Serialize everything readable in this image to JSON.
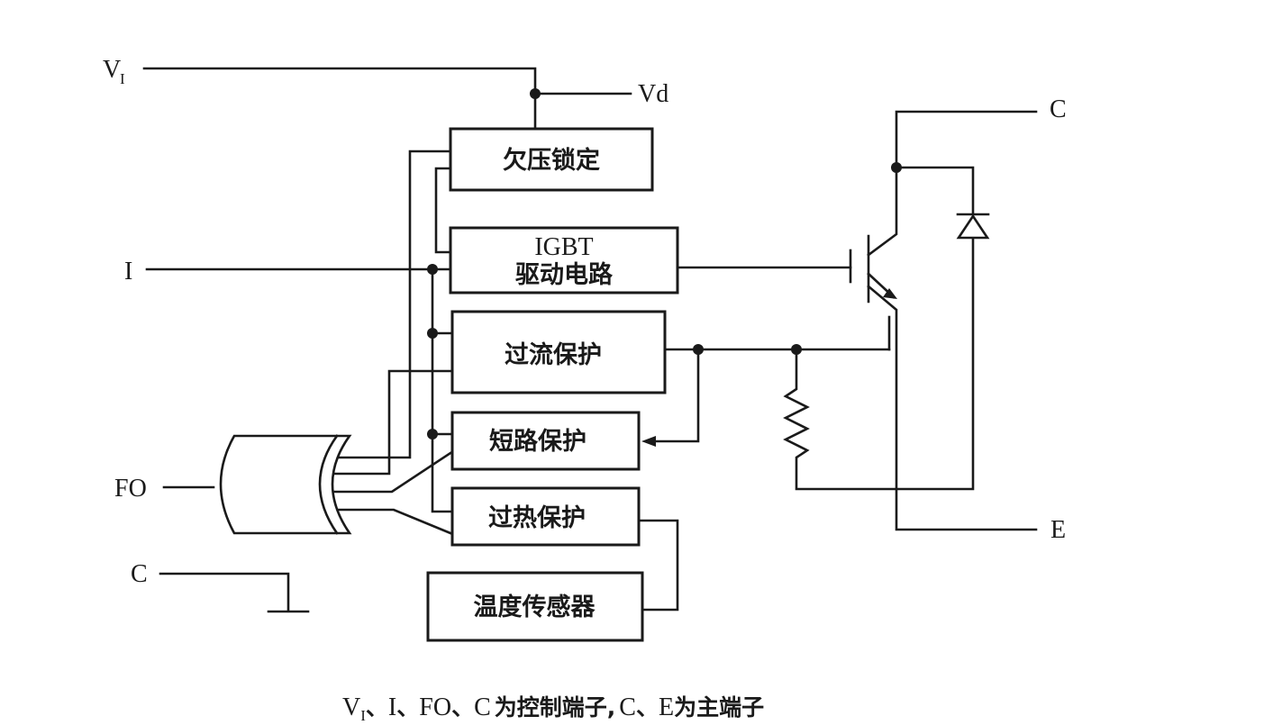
{
  "terminals": {
    "vi_main": "V",
    "vi_sub": "I",
    "vd": "Vd",
    "i": "I",
    "fo": "FO",
    "c_ctrl": "C",
    "c_main": "C",
    "e_main": "E"
  },
  "blocks": {
    "uv_lockout": "欠压锁定",
    "igbt_driver_line1": "IGBT",
    "igbt_driver_line2": "驱动电路",
    "over_current": "过流保护",
    "short_circuit": "短路保护",
    "over_temp": "过热保护",
    "temp_sensor": "温度传感器"
  },
  "caption": {
    "v": "V",
    "v_sub": "I",
    "sep1": "、",
    "i": "I",
    "sep2": "、",
    "fo": "FO",
    "sep3": "、",
    "c": "C",
    "text1": "为控制端子,",
    "c2": "C",
    "sep4": "、",
    "e": "E",
    "text2": "为主端子"
  },
  "colors": {
    "ink": "#1a1a1a",
    "background": "#ffffff"
  }
}
